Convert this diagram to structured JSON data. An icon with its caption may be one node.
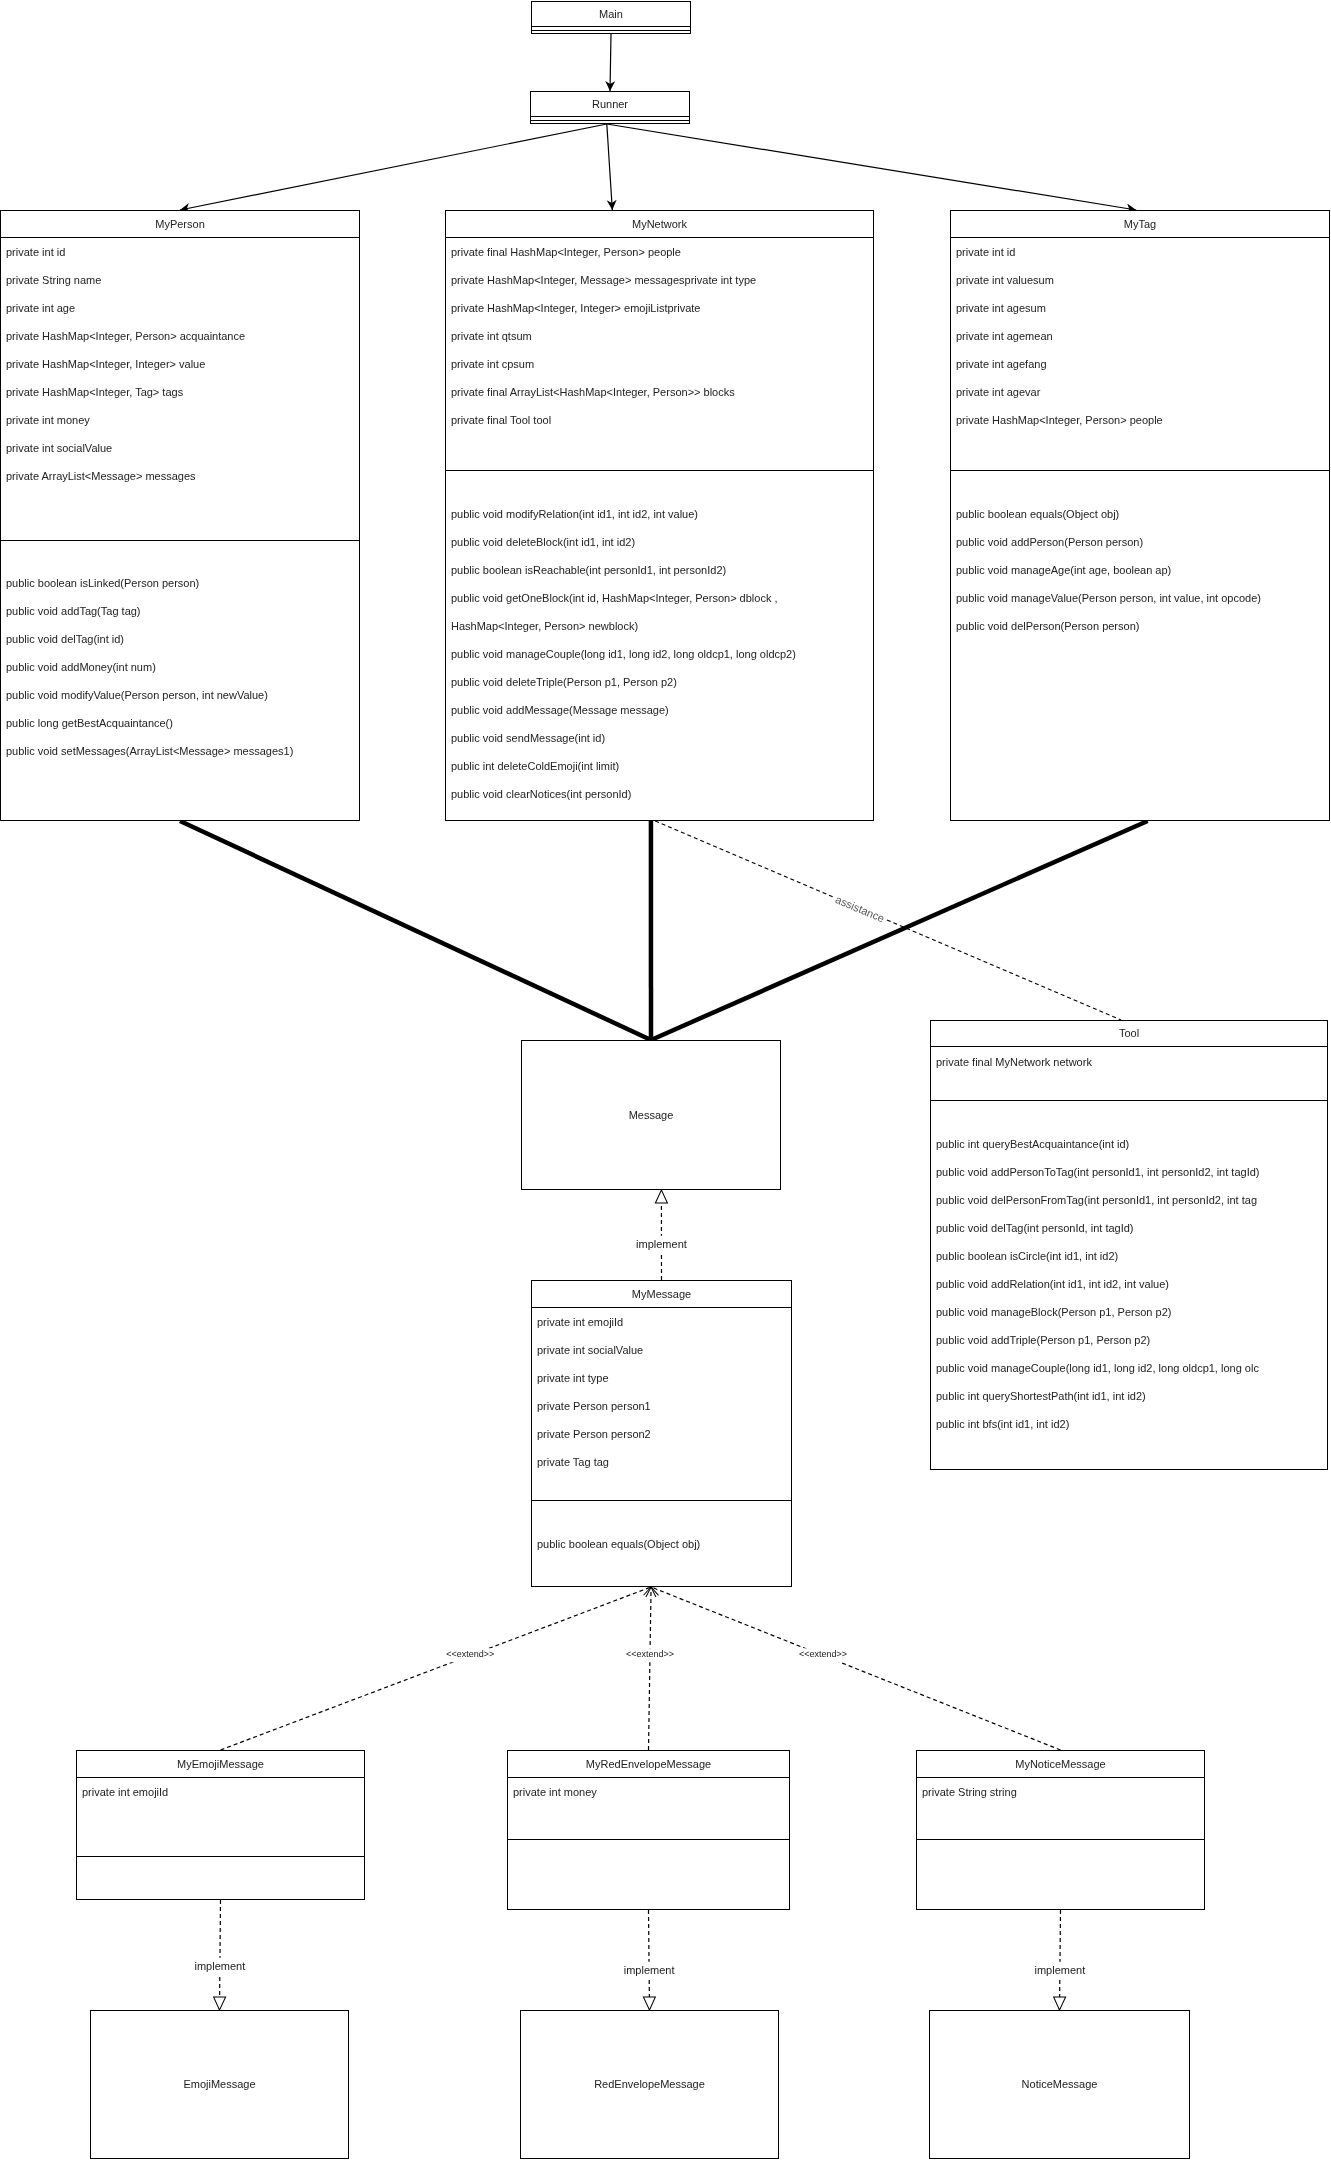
{
  "diagram": {
    "nodes": [
      {
        "text": [
          "Main"
        ]
      },
      {
        "text": [],
        "shape": "box",
        "in": 0
      },
      {
        "text": [],
        "shape": "box",
        "in": 0
      },
      {
        "text": [
          "Runner"
        ]
      },
      {
        "text": [],
        "shape": "box",
        "in": 3
      },
      {
        "text": [],
        "shape": "box",
        "in": 3
      },
      {
        "text": [
          "MyPerson"
        ]
      },
      {
        "text": [
          "private int id",
          "private String name",
          "private int age",
          "private HashMap<Integer, Person> acquaintance",
          "private HashMap<Integer, Integer> value",
          "private HashMap<Integer, Tag> tags",
          "private int money",
          "private int socialValue",
          "private ArrayList<Message> messages"
        ],
        "in": 6
      },
      {
        "text": [
          "public boolean isLinked(Person person)",
          "public void addTag(Tag tag)",
          "public void delTag(int id)",
          "public void addMoney(int num)",
          "public void modifyValue(Person person, int newValue)",
          "public long getBestAcquaintance()",
          "public void setMessages(ArrayList<Message> messages1)"
        ],
        "in": 6
      },
      {
        "text": [
          "MyNetwork"
        ]
      },
      {
        "text": [
          "private final HashMap<Integer, Person> people",
          "private HashMap<Integer, Message> messagesprivate int type",
          "private HashMap<Integer, Integer> emojiListprivate",
          "private int qtsum",
          "private int cpsum",
          "private final ArrayList<HashMap<Integer, Person>> blocks",
          "private final Tool tool"
        ],
        "in": 9
      },
      {
        "text": [
          "public void modifyRelation(int id1, int id2, int value)",
          "public void deleteBlock(int id1, int id2)",
          "public boolean isReachable(int personId1, int personId2)",
          "public void getOneBlock(int id, HashMap<Integer, Person> dblock , HashMap<Integer, Person> newblock)",
          "public void manageCouple(long id1, long id2, long oldcp1, long oldcp2)",
          "public void deleteTriple(Person p1, Person p2)",
          "public void addMessage(Message message)",
          "public void sendMessage(int id)",
          "public int deleteColdEmoji(int limit)",
          "public void clearNotices(int personId)"
        ],
        "in": 9
      },
      {
        "text": [
          "MyTag"
        ]
      },
      {
        "text": [
          "private int id",
          "private int valuesum",
          "private int agesum",
          "private int agemean",
          "private int agefang",
          "private int agevar",
          "private HashMap<Integer, Person> people"
        ],
        "in": 12
      },
      {
        "text": [
          "public boolean equals(Object obj)",
          "public void addPerson(Person person)",
          "public void manageAge(int age, boolean ap)",
          "public void manageValue(Person person, int value, int opcode)",
          "public void delPerson(Person person)"
        ],
        "in": 12
      },
      {
        "text": [
          "Message"
        ]
      },
      {
        "text": [
          "Tool"
        ]
      },
      {
        "text": [
          "private final MyNetwork network"
        ],
        "in": 16
      },
      {
        "text": [
          "public int queryBestAcquaintance(int id)",
          "public void addPersonToTag(int personId1, int personId2, int tagId)",
          "public void delPersonFromTag(int personId1, int personId2, int tag",
          "public void delTag(int personId, int tagId)",
          "public boolean isCircle(int id1, int id2)",
          "public void addRelation(int id1, int id2, int value)",
          "public void manageBlock(Person p1, Person p2)",
          "public void addTriple(Person p1, Person p2)",
          "public void manageCouple(long id1, long id2, long oldcp1, long olc",
          "public int queryShortestPath(int id1, int id2)",
          "public int bfs(int id1, int id2)"
        ],
        "in": 16
      },
      {
        "text": [
          "MyMessage"
        ]
      },
      {
        "text": [
          "private int emojiId",
          "private int socialValue",
          "private int type",
          "private Person person1",
          "private Person person2",
          "private Tag tag"
        ],
        "in": 19
      },
      {
        "text": [
          "public boolean equals(Object obj)"
        ],
        "in": 19
      },
      {
        "text": [
          "MyEmojiMessage"
        ]
      },
      {
        "text": [
          "private int emojiId"
        ],
        "in": 22
      },
      {
        "text": [],
        "shape": "box",
        "in": 22
      },
      {
        "text": [
          "MyRedEnvelopeMessage"
        ]
      },
      {
        "text": [
          "private int money"
        ],
        "in": 25
      },
      {
        "text": [],
        "shape": "box",
        "in": 25
      },
      {
        "text": [
          "MyNoticeMessage"
        ]
      },
      {
        "text": [
          "private String string"
        ],
        "in": 28
      },
      {
        "text": [],
        "shape": "box",
        "in": 28
      },
      {
        "text": [
          "EmojiMessage"
        ]
      },
      {
        "text": [
          "RedEnvelopeMessage"
        ]
      },
      {
        "text": [
          "NoticeMessage"
        ]
      }
    ],
    "edges": [
      {
        "from": 0,
        "to": 3,
        "arrow": "to"
      },
      {
        "from": 3,
        "to": 6,
        "arrow": "to"
      },
      {
        "from": 3,
        "to": 9,
        "arrow": "to"
      },
      {
        "from": 3,
        "to": 12,
        "arrow": "to"
      },
      {
        "from": 6,
        "to": 15,
        "arrow": "none",
        "style": "thick"
      },
      {
        "from": 9,
        "to": 15,
        "arrow": "none",
        "style": "thick"
      },
      {
        "from": 12,
        "to": 15,
        "arrow": "none",
        "style": "thick"
      },
      {
        "from": 9,
        "to": 16,
        "arrow": "none",
        "style": "dashed",
        "label": "assistance"
      },
      {
        "from": 19,
        "to": 15,
        "arrow": "to",
        "style": "dashed",
        "label": "implement"
      },
      {
        "from": 22,
        "to": 19,
        "arrow": "to",
        "style": "dashed",
        "label": "<<extend>>"
      },
      {
        "from": 25,
        "to": 19,
        "arrow": "to",
        "style": "dashed",
        "label": "<<extend>>"
      },
      {
        "from": 28,
        "to": 19,
        "arrow": "to",
        "style": "dashed",
        "label": "<<extend>>"
      },
      {
        "from": 22,
        "to": 31,
        "arrow": "to",
        "style": "dashed",
        "label": "implement"
      },
      {
        "from": 25,
        "to": 32,
        "arrow": "to",
        "style": "dashed",
        "label": "implement"
      },
      {
        "from": 28,
        "to": 33,
        "arrow": "to",
        "style": "dashed",
        "label": "implement"
      }
    ]
  }
}
